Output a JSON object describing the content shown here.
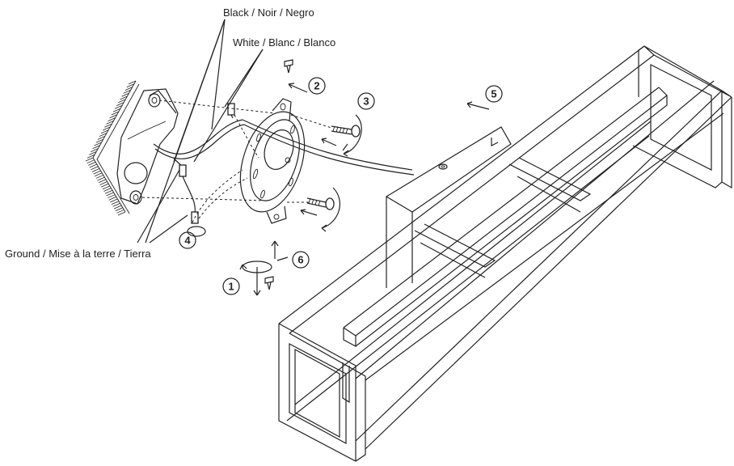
{
  "labels": {
    "black": "Black / Noir / Negro",
    "white": "White / Blanc / Blanco",
    "ground": "Ground / Mise à la terre / Tierra"
  },
  "steps": [
    "1",
    "2",
    "3",
    "4",
    "5",
    "6"
  ]
}
